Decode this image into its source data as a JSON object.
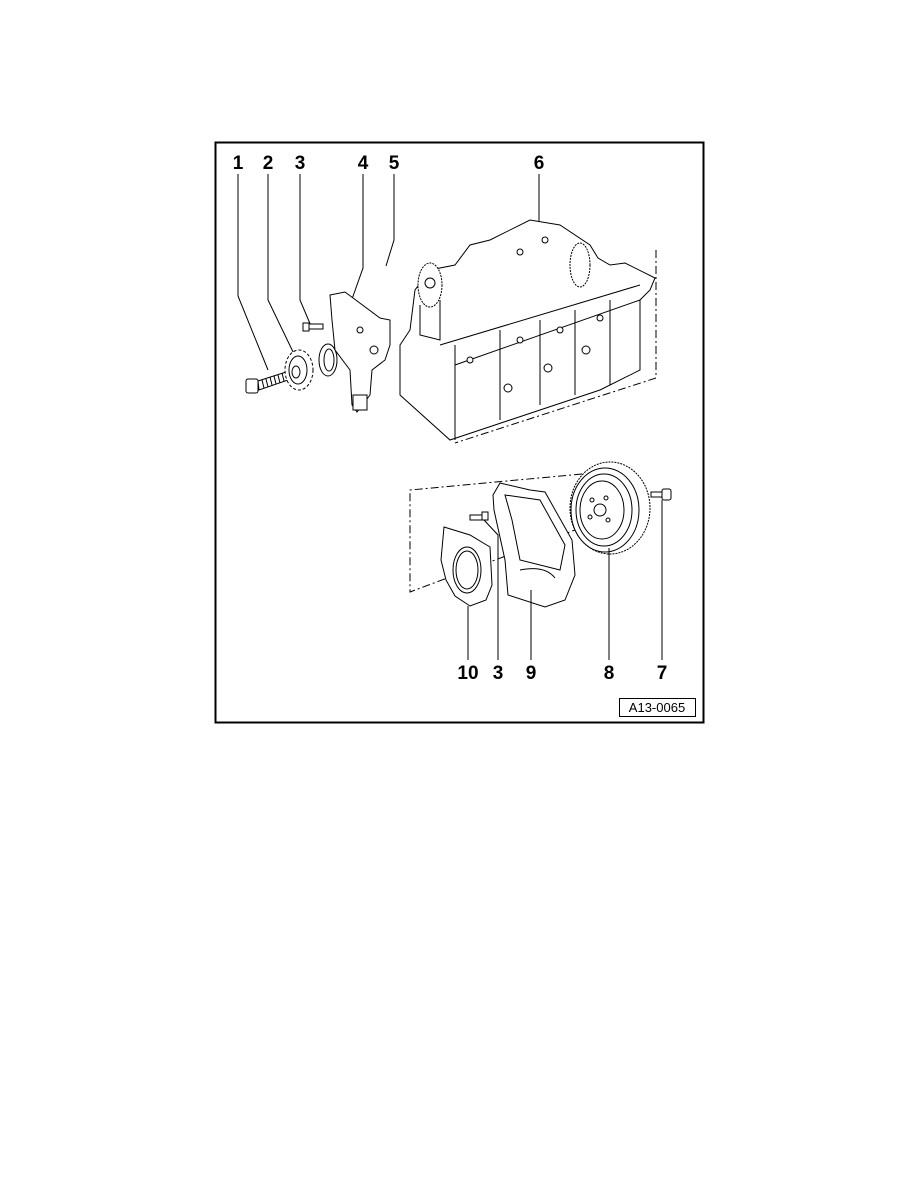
{
  "figure": {
    "code": "A13-0065",
    "callouts_top": [
      "1",
      "2",
      "3",
      "4",
      "5",
      "6"
    ],
    "callouts_bottom": [
      "10",
      "3",
      "9",
      "8",
      "7"
    ]
  }
}
